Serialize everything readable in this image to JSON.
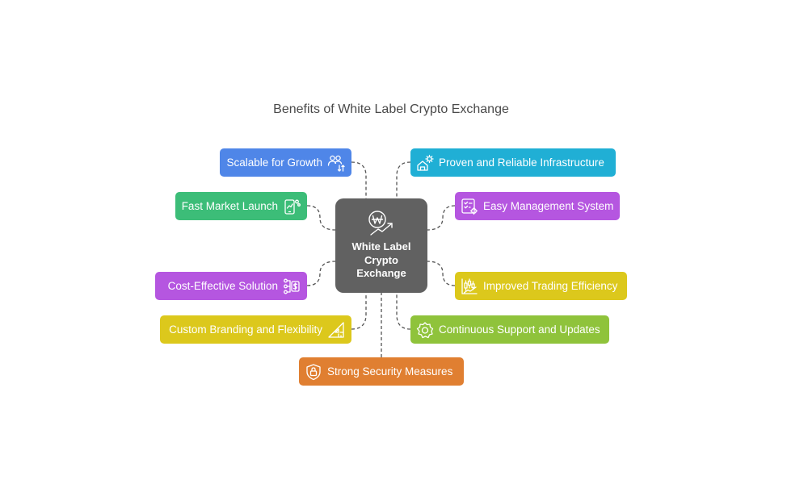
{
  "diagram": {
    "title": "Benefits of White Label Crypto Exchange",
    "center": {
      "lines": [
        "White Label",
        "Crypto",
        "Exchange"
      ],
      "icon": "won-coin-growth-icon"
    },
    "nodes": [
      {
        "id": "scalable",
        "label": "Scalable for Growth",
        "icon": "users-arrows-icon",
        "color": "#4f86e8"
      },
      {
        "id": "fast-launch",
        "label": "Fast Market Launch",
        "icon": "mobile-chart-icon",
        "color": "#3cbd78"
      },
      {
        "id": "cost-effective",
        "label": "Cost-Effective Solution",
        "icon": "money-flow-icon",
        "color": "#b556e0"
      },
      {
        "id": "custom-branding",
        "label": "Custom Branding and Flexibility",
        "icon": "ruler-corner-icon",
        "color": "#dcc81c"
      },
      {
        "id": "security",
        "label": "Strong Security Measures",
        "icon": "shield-lock-icon",
        "color": "#e07f31"
      },
      {
        "id": "infrastructure",
        "label": "Proven and Reliable Infrastructure",
        "icon": "server-gear-icon",
        "color": "#20afd5"
      },
      {
        "id": "management",
        "label": "Easy Management System",
        "icon": "checklist-gear-icon",
        "color": "#b556e0"
      },
      {
        "id": "trading",
        "label": "Improved Trading Efficiency",
        "icon": "candlestick-icon",
        "color": "#dcc81c"
      },
      {
        "id": "support",
        "label": "Continuous Support and Updates",
        "icon": "gear-badge-icon",
        "color": "#8fc33b"
      }
    ]
  }
}
